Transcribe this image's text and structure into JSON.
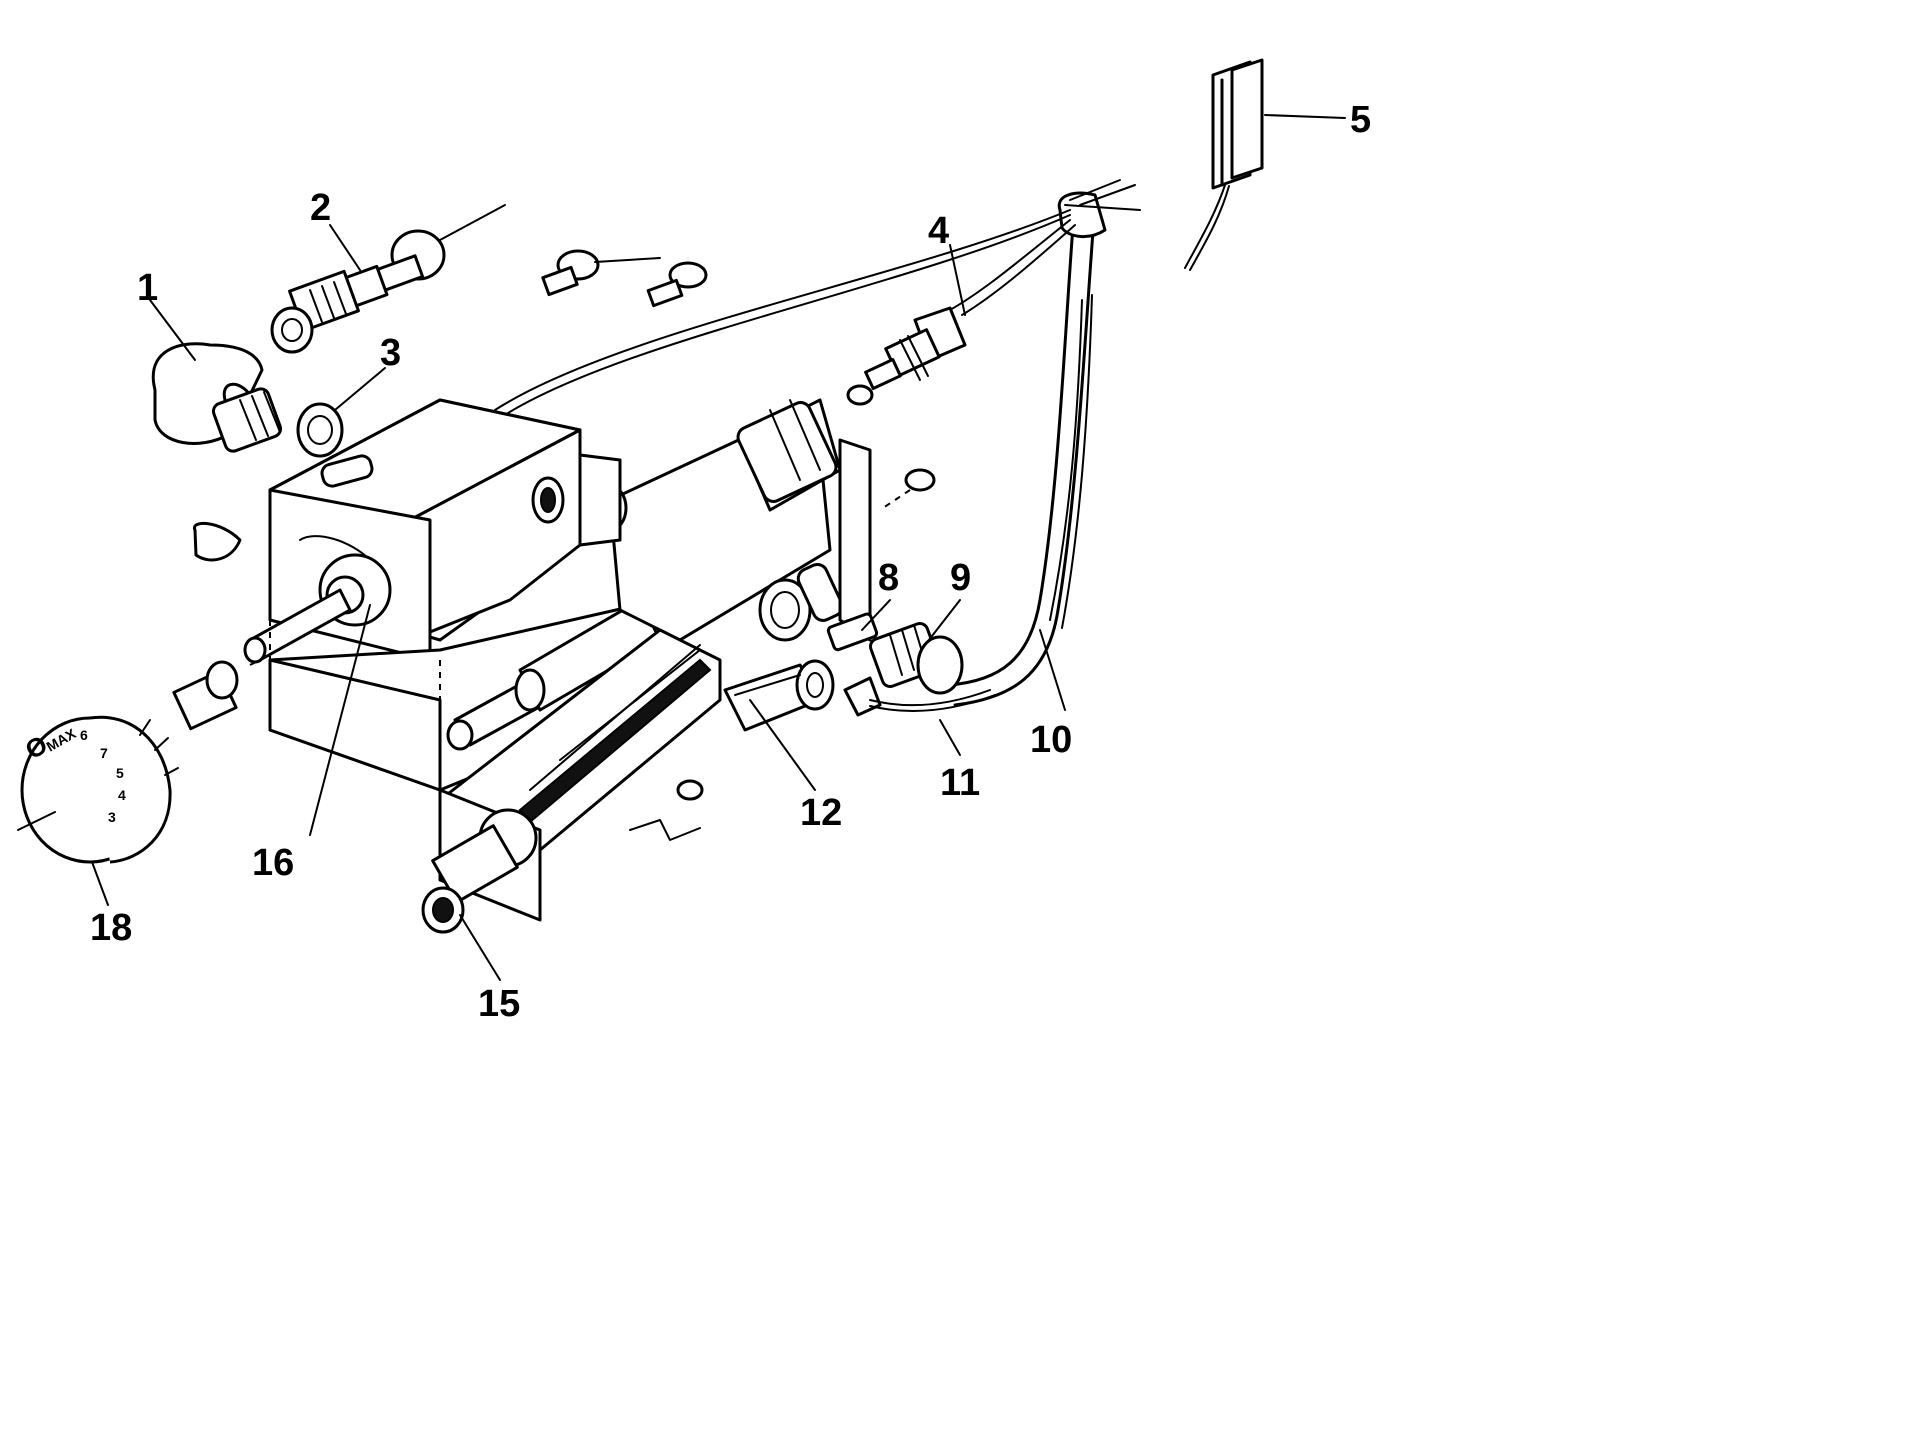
{
  "diagram": {
    "part_numbers": {
      "p1": "1",
      "p2": "2",
      "p3": "3",
      "p4": "4",
      "p5": "5",
      "p8": "8",
      "p9": "9",
      "p10": "10",
      "p11": "11",
      "p12": "12",
      "p15": "15",
      "p16": "16",
      "p18": "18"
    },
    "dial_markings": {
      "off": "O",
      "max": "MAX",
      "d6": "6",
      "d7": "7",
      "d5": "5",
      "d4": "4",
      "d3": "3"
    }
  }
}
